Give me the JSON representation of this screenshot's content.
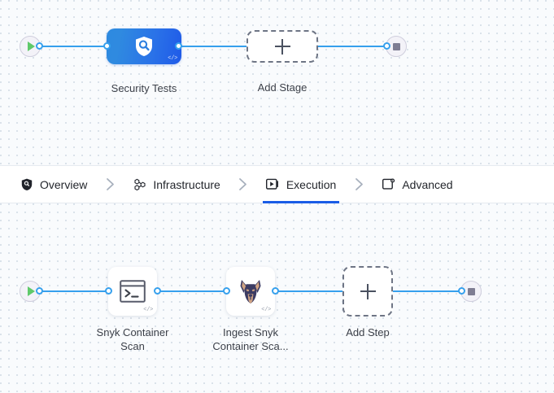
{
  "canvas": {
    "stage_row": {
      "start_node": {
        "name": "pipeline-start",
        "icon": "play-icon"
      },
      "stage": {
        "label": "Security Tests",
        "icon": "shield-search-icon",
        "code_badge": "</>",
        "gradient_from": "#2e8ae0",
        "gradient_to": "#1f5ae8"
      },
      "add_stage": {
        "label": "Add Stage",
        "icon": "plus-icon"
      },
      "end_node": {
        "name": "pipeline-end",
        "icon": "stop-icon"
      }
    },
    "step_row": {
      "start_node": {
        "name": "execution-start",
        "icon": "play-icon"
      },
      "steps": [
        {
          "label": "Snyk Container\nScan",
          "icon": "terminal-icon",
          "code_badge": "</>"
        },
        {
          "label": "Ingest Snyk\nContainer Sca...",
          "icon": "snyk-doberman-icon",
          "code_badge": "</>"
        }
      ],
      "add_step": {
        "label": "Add Step",
        "icon": "plus-icon"
      },
      "end_node": {
        "name": "execution-end",
        "icon": "stop-icon"
      }
    },
    "connector_color": "#36a0ed",
    "dot_grid_color": "#d5dde6"
  },
  "tabbar": {
    "separator": ">",
    "active_color": "#1a5ce6",
    "tabs": [
      {
        "label": "Overview",
        "icon": "shield-icon",
        "active": false
      },
      {
        "label": "Infrastructure",
        "icon": "hexagons-icon",
        "active": false
      },
      {
        "label": "Execution",
        "icon": "play-box-icon",
        "active": true
      },
      {
        "label": "Advanced",
        "icon": "gear-box-icon",
        "active": false
      }
    ]
  }
}
